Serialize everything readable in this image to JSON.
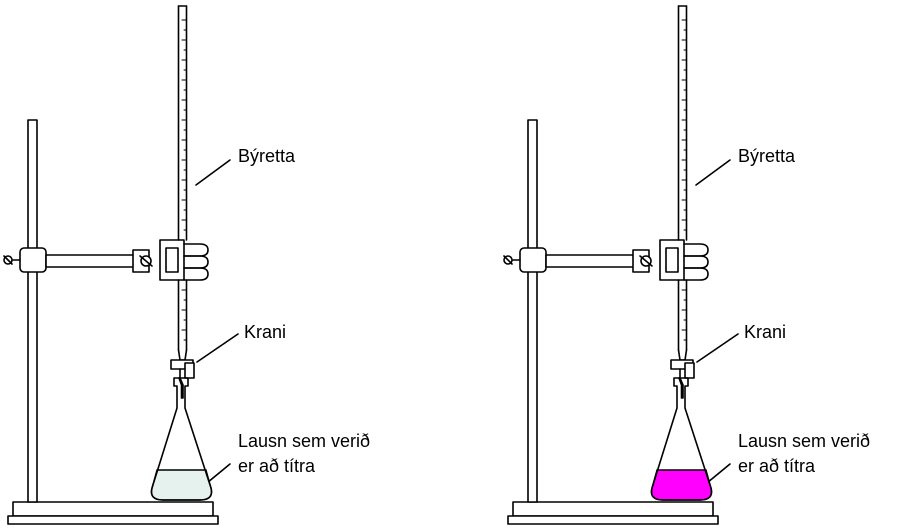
{
  "labels": {
    "burette": "Býretta",
    "stopcock": "Krani",
    "solution_line1": "Lausn sem verið",
    "solution_line2": "er að títra"
  },
  "setups": [
    {
      "solution_color": "#e6f2ee"
    },
    {
      "solution_color": "#ff00ff"
    }
  ],
  "colors": {
    "line": "#000000",
    "background": "#ffffff"
  }
}
